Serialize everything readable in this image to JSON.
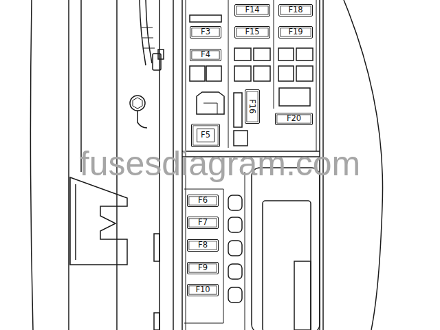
{
  "diagram": {
    "nodes": [
      {
        "text": [
          "F14"
        ]
      },
      {
        "text": [
          "F18"
        ]
      },
      {
        "text": [
          "F3"
        ]
      },
      {
        "text": [
          "F15"
        ]
      },
      {
        "text": [
          "F19"
        ]
      },
      {
        "text": [
          "F4"
        ]
      },
      {
        "text": [
          "F16"
        ]
      },
      {
        "text": [
          "F20"
        ]
      },
      {
        "text": [
          "F5"
        ]
      },
      {
        "text": [
          "F6"
        ]
      },
      {
        "text": [
          "F7"
        ]
      },
      {
        "text": [
          "F8"
        ]
      },
      {
        "text": [
          "F9"
        ]
      },
      {
        "text": [
          "F10"
        ]
      }
    ],
    "labels": [
      "fusesdiagram.com"
    ]
  }
}
